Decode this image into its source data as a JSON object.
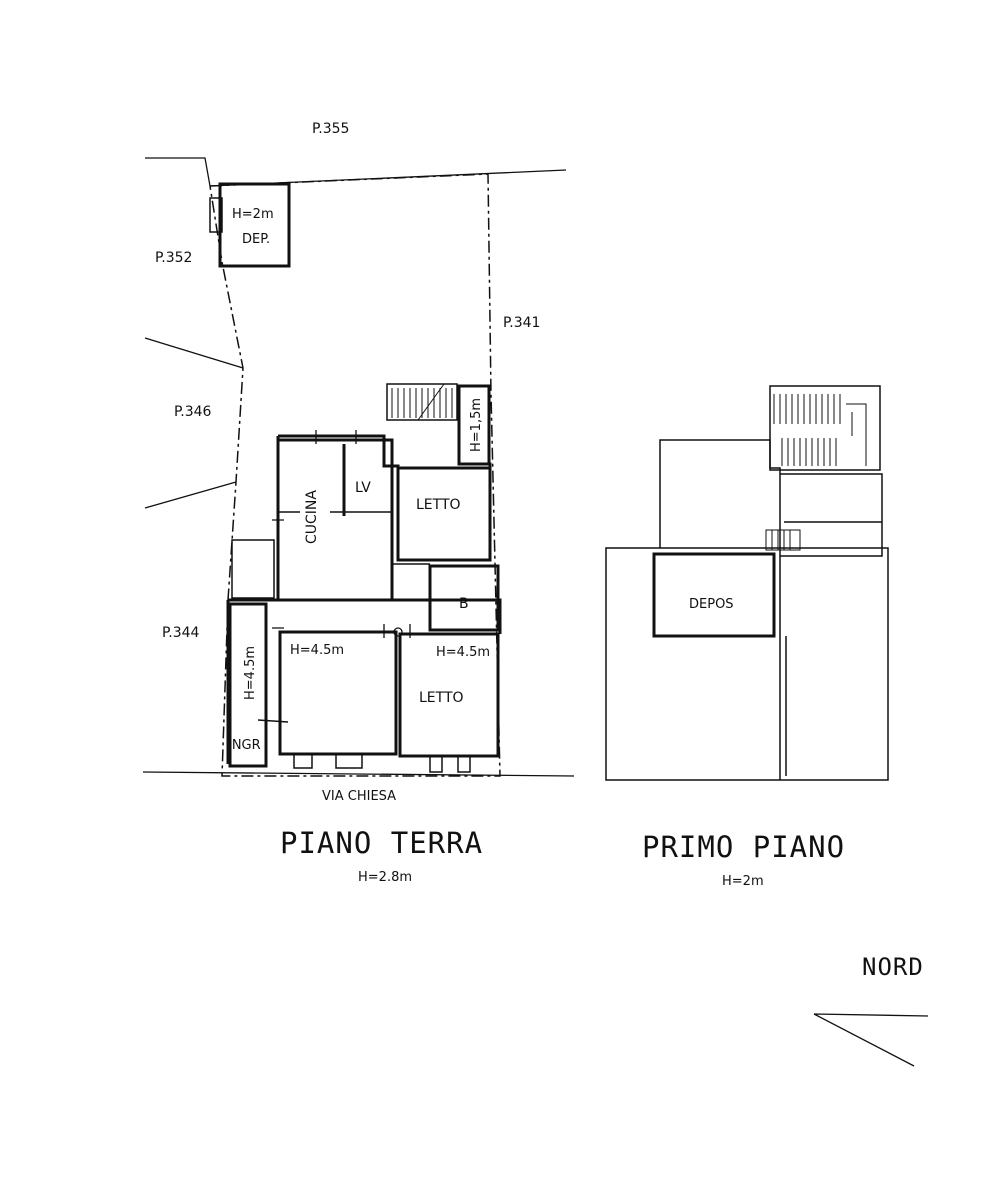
{
  "parcels": {
    "p355": "P.355",
    "p352": "P.352",
    "p341": "P.341",
    "p346": "P.346",
    "p344": "P.344"
  },
  "ground_floor": {
    "title": "PIANO TERRA",
    "height": "H=2.8m",
    "street": "VIA CHIESA",
    "rooms": {
      "dep_height": "H=2m",
      "dep": "DEP.",
      "stair_height": "H=1,5m",
      "cucina": "CUCINA",
      "lv": "LV",
      "letto_1": "LETTO",
      "bagno": "B",
      "room_a_height": "H=4.5m",
      "room_b_height": "H=4.5m",
      "letto_2": "LETTO",
      "ingr_height": "H=4.5m",
      "ingr": "INGR"
    }
  },
  "first_floor": {
    "title": "PRIMO PIANO",
    "height": "H=2m",
    "rooms": {
      "depos": "DEPOS"
    }
  },
  "north": {
    "label": "NORD"
  }
}
